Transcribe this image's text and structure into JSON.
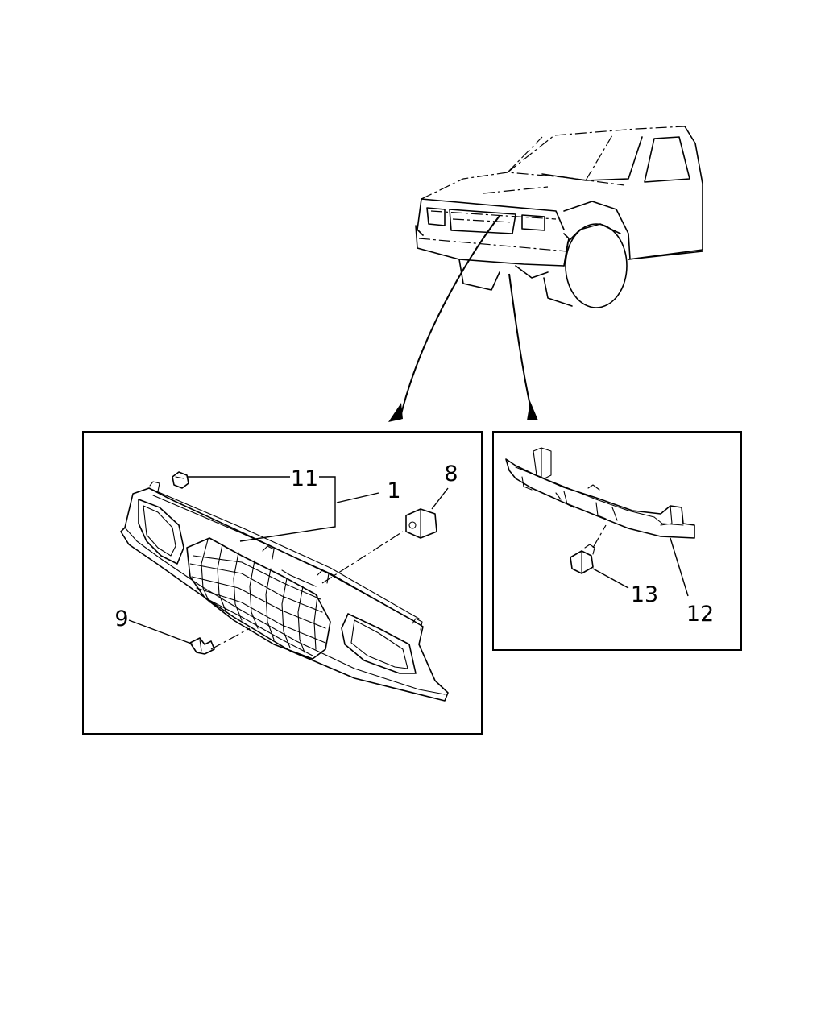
{
  "callouts": {
    "grille": "1",
    "grille_retainer": "11",
    "clip": "8",
    "screw": "9",
    "bracket": "12",
    "bolt": "13"
  }
}
